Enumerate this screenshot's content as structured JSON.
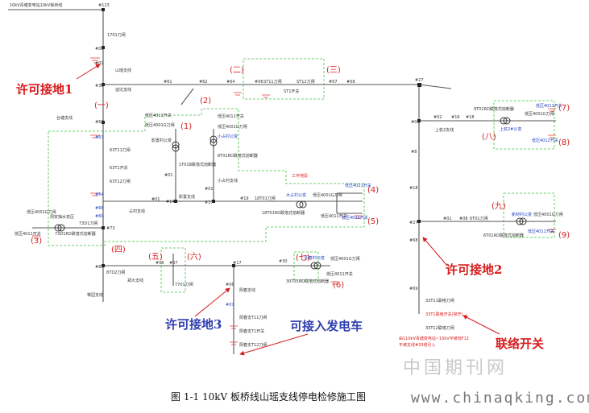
{
  "header": {
    "top_label": "10kV青塘变电站10kV板桥线",
    "node_top": "#123"
  },
  "main_line": {
    "switch_1": "1701刀闸",
    "node_01": "#01",
    "node_02": "#02",
    "shanyao_label": "山瑶支线",
    "node_39": "#39",
    "dicheng_label": "迪坑支线",
    "node_61": "#61",
    "node_62": "#62",
    "node_64": "#64",
    "node_06": "#06",
    "node_07": "#07",
    "node_08": "#08",
    "node_27_right": "#27",
    "switch_st11": "ST11刀闸",
    "switch_st12": "ST12刀闸",
    "switch_st1": "ST1开关",
    "taishui_label": "台塘支线"
  },
  "left_branch": {
    "node_63": "#63",
    "switch_63t11": "63T11刀闸",
    "switch_63t1": "63T1开关",
    "switch_63t12": "63T12刀闸",
    "node_64b": "#64",
    "node_68": "#68",
    "node_69": "#69",
    "node_73": "#73",
    "node_87": "#87",
    "substation": "周安抽水变压",
    "switch_73d1": "73D1刀闸",
    "fuse_73d1": "73D1RD跌落式熔断器",
    "low_side": "低压4001G刀闸",
    "low_switch": "低压4011开关",
    "marker_3": "(3)",
    "marker_4_cn": "(四)",
    "switch_87d2": "87D2刀闸",
    "jiuda_label": "郑大支线",
    "dengfeng_label": "等园支线"
  },
  "yingcheng": {
    "low_4011": "低压4011开关",
    "low_4001g": "低压4001G刀闸",
    "substation": "影置村公变",
    "node_01": "#01",
    "fuse": "1T01B跌落式熔断器",
    "marker_1": "(1)",
    "branch": "影置支线",
    "node_14": "#14",
    "node_01b": "#01"
  },
  "xiaozhan": {
    "low_4011": "低压4011开关",
    "low_4001g": "低压4001G刀闸",
    "substation": "小占村公变",
    "node_01": "#01",
    "fuse": "8T01RD跌落式熔断器",
    "branch": "小占村支线",
    "marker_2": "(2)",
    "node_17": "#17",
    "node_19": "#19",
    "switch_18": "18T01刀闸",
    "fuse_18": "18T01RD跌落式熔断器",
    "big_sub": "大占村公变",
    "low_4001g2": "低压4001G刀闸",
    "low_4011_2": "低压4011开关",
    "work_zone": "工作地段",
    "low_4021": "低压4021开关",
    "low_4022": "低压4022开关",
    "marker_4": "(4)",
    "marker_5": "(5)",
    "zhancun_label": "占村支线"
  },
  "bottom_branch": {
    "marker_5cn": "(五)",
    "marker_6cn": "(六)",
    "node_06": "#06",
    "node_07": "#07",
    "node_01": "#01",
    "switch_7701": "7701刀闸",
    "node_17": "#17",
    "node_30": "#30",
    "marker_7cn": "(七)",
    "sub_bottom": "阳春村公变",
    "low_4001g": "低压4001G刀闸",
    "low_4011": "低压4011开关",
    "fuse_30": "30T01RD跌落式熔断器",
    "marker_6": "(6)",
    "yangchun_label": "阳春支线",
    "node_06b": "#06",
    "node_07b": "#07",
    "switch_yc11": "阳春支T11刀闸",
    "switch_yc1": "阳春支T1开关",
    "switch_yc12": "阳春支T12刀闸"
  },
  "right_branch": {
    "node_01": "#01",
    "node_02": "#02",
    "node_16": "#16",
    "fuse_9t": "9T01RD跌落式熔断器",
    "shangqi_label": "上杭2支线",
    "node_8": "#8",
    "node_18": "#18",
    "sub_7": "上杭2#公变",
    "low_4001g": "低压4001G刀闸",
    "low_4011": "低压4011开关",
    "low_4012": "低压4012开关",
    "marker_7": "(7)",
    "marker_8": "(8)",
    "marker_8cn": "(八)",
    "node_27": "#27",
    "node_01b": "#01",
    "node_08": "#08",
    "switch_6t": "6T01刀闸",
    "fuse_6t": "6T01RD跌落式熔断器",
    "sub_9": "新材村公变",
    "low_4001g_9": "低压4001G刀闸",
    "low_4011_9": "低压4011开关",
    "marker_9": "(9)",
    "marker_9cn": "(九)",
    "node_68": "#68",
    "node_69": "#69",
    "switch_33t11": "33T11联络刀闸",
    "switch_33t1": "33T1联络开关(常开)",
    "switch_33t12": "33T12联络刀闸",
    "tie_note_1": "由110kV青塘变电站~10kV平坡线F12",
    "tie_note_2": "平坡支线#33塔引入"
  },
  "annotations": {
    "permit_ground_1": "许可接地1",
    "permit_ground_2": "许可接地2",
    "permit_ground_3": "许可接地3",
    "generator": "可接入发电车",
    "tie_switch": "联络开关",
    "marker_1cn": "(一)",
    "marker_2cn": "(二)",
    "marker_3cn": "(三)"
  },
  "caption": "图 1-1  10kV 板桥线山瑶支线停电检修施工图",
  "watermark": {
    "cn": "中国期刊网",
    "url": "www.chinaqking.com"
  },
  "colors": {
    "line": "#555555",
    "label_red": "#d61c1c",
    "label_blue": "#2f3fb0",
    "zone_green": "#3ec43e",
    "ground_red": "#e23a3a"
  }
}
